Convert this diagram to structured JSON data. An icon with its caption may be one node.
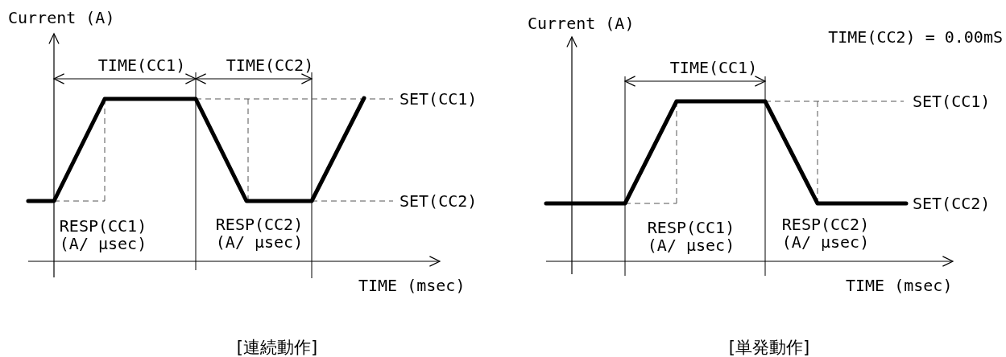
{
  "diagram": {
    "labels": [
      "Current (A)",
      "TIME(CC1)",
      "TIME(CC2)",
      "SET(CC1)",
      "SET(CC2)",
      "RESP(CC1) (A/ μsec)",
      "RESP(CC2) (A/ μsec)",
      "TIME (msec)",
      "[連続動作]",
      "Current (A)",
      "TIME(CC2) = 0.00mS",
      "TIME(CC1)",
      "SET(CC1)",
      "SET(CC2)",
      "RESP(CC1) (A/ μsec)",
      "RESP(CC2) (A/ μsec)",
      "TIME (msec)",
      "[単発動作]"
    ]
  }
}
